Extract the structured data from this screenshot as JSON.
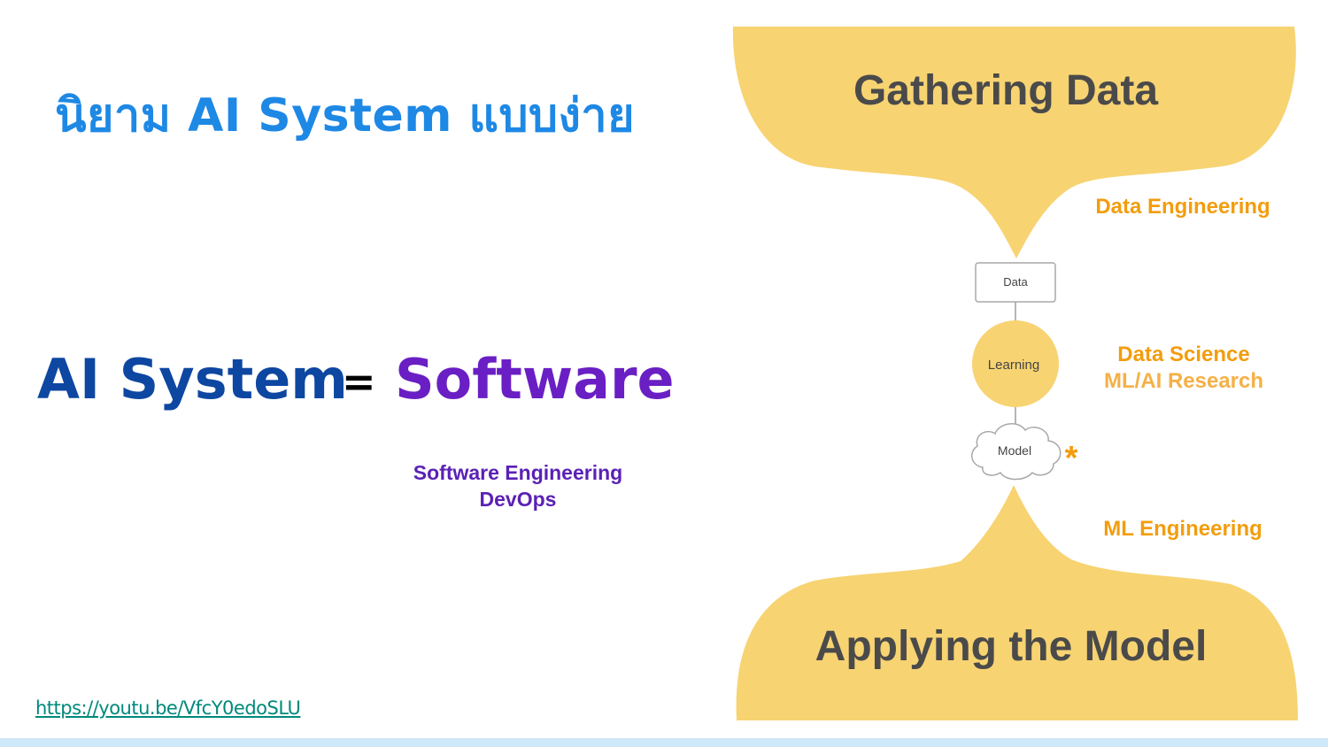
{
  "title": "นิยาม AI System แบบง่าย",
  "equation": {
    "left": "AI System",
    "sign": "=",
    "right": "Software"
  },
  "software_roles": [
    "Software Engineering",
    "DevOps"
  ],
  "link_text": "https://youtu.be/VfcY0edoSLU",
  "diagram": {
    "top_blob": "Gathering Data",
    "bottom_blob": "Applying the Model",
    "data_box": "Data",
    "learning_circle": "Learning",
    "model_cloud": "Model",
    "asterisk": "*",
    "roles": {
      "data_engineering": "Data Engineering",
      "data_science": "Data Science",
      "ml_ai_research": "ML/AI Research",
      "ml_engineering": "ML Engineering"
    }
  },
  "colors": {
    "title_blue": "#1E88E5",
    "navy": "#0D47A1",
    "purple": "#5B21B6",
    "software_purple": "#6A1FC4",
    "orange": "#F29D0E",
    "light_orange": "#F5B046",
    "yellow": "#F7D372",
    "dark_text": "#4A4A4A",
    "link_teal": "#00897B",
    "bar_blue": "#CFE8FA"
  }
}
